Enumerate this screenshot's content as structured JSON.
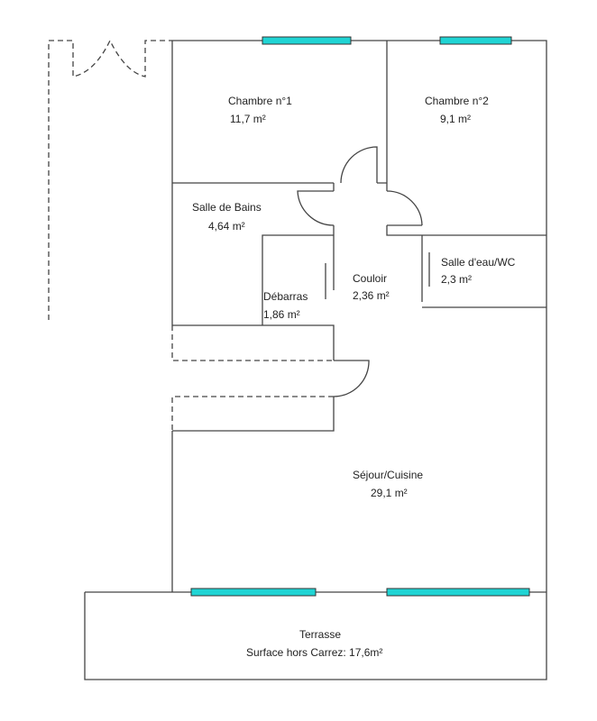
{
  "colors": {
    "wall": "#444444",
    "window": "#20d4d4"
  },
  "rooms": [
    {
      "name": "Chambre n°1",
      "area": "11,7  m²"
    },
    {
      "name": "Chambre n°2",
      "area": "9,1  m²"
    },
    {
      "name": "Salle de Bains",
      "area": "4,64  m²"
    },
    {
      "name": "Débarras",
      "area": "1,86  m²"
    },
    {
      "name": "Couloir",
      "area": "2,36  m²"
    },
    {
      "name": "Salle d'eau/WC",
      "area": "2,3  m²"
    },
    {
      "name": "Séjour/Cuisine",
      "area": "29,1  m²"
    }
  ],
  "terrace": {
    "name": "Terrasse",
    "note": "Surface hors Carrez: 17,6m²"
  }
}
